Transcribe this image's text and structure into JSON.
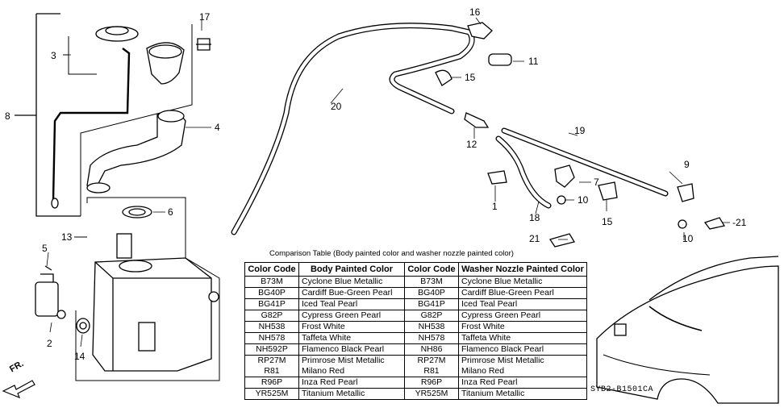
{
  "diagram": {
    "callouts": [
      "17",
      "3",
      "8",
      "4",
      "6",
      "13",
      "5",
      "2",
      "14",
      "16",
      "11",
      "15",
      "20",
      "12",
      "19",
      "9",
      "7",
      "10",
      "1",
      "18",
      "15",
      "21",
      "-21",
      "10"
    ],
    "doc_id": "SYB2-B1501CA",
    "direction_label": "FR."
  },
  "table": {
    "caption": "Comparison Table (Body painted color and washer nozzle painted color)",
    "headers": [
      "Color Code",
      "Body Painted Color",
      "Color Code",
      "Washer Nozzle Painted Color"
    ],
    "rows": [
      {
        "code1": "B73M",
        "body": "Cyclone Blue Metallic",
        "code2": "B73M",
        "nozzle": "Cyclone Blue Metallic"
      },
      {
        "code1": "BG40P",
        "body": "Cardiff Bue-Green Pearl",
        "code2": "BG40P",
        "nozzle": "Cardiff Blue-Green Pearl"
      },
      {
        "code1": "BG41P",
        "body": "Iced Teal Pearl",
        "code2": "BG41P",
        "nozzle": "Iced Teal Pearl"
      },
      {
        "code1": "G82P",
        "body": "Cypress Green Pearl",
        "code2": "G82P",
        "nozzle": "Cypress Green Pearl"
      },
      {
        "code1": "NH538",
        "body": "Frost White",
        "code2": "NH538",
        "nozzle": "Frost White"
      },
      {
        "code1": "NH578",
        "body": "Taffeta White",
        "code2": "NH578",
        "nozzle": "Taffeta White"
      },
      {
        "code1": "NH592P",
        "body": "Flamenco Black Pearl",
        "code2": "NH86",
        "nozzle": "Flamenco Black Pearl"
      },
      {
        "code1a": "RP27M",
        "code1b": "R81",
        "bodya": "Primrose Mist Metallic",
        "bodyb": "Milano Red",
        "code2a": "RP27M",
        "code2b": "R81",
        "nozzlea": "Primrose Mist Metallic",
        "nozzleb": "Milano Red"
      },
      {
        "code1": "R96P",
        "body": "Inza Red Pearl",
        "code2": "R96P",
        "nozzle": "Inza Red Pearl"
      },
      {
        "code1": "YR525M",
        "body": "Titanium Metallic",
        "code2": "YR525M",
        "nozzle": "Titanium Metallic"
      }
    ]
  }
}
